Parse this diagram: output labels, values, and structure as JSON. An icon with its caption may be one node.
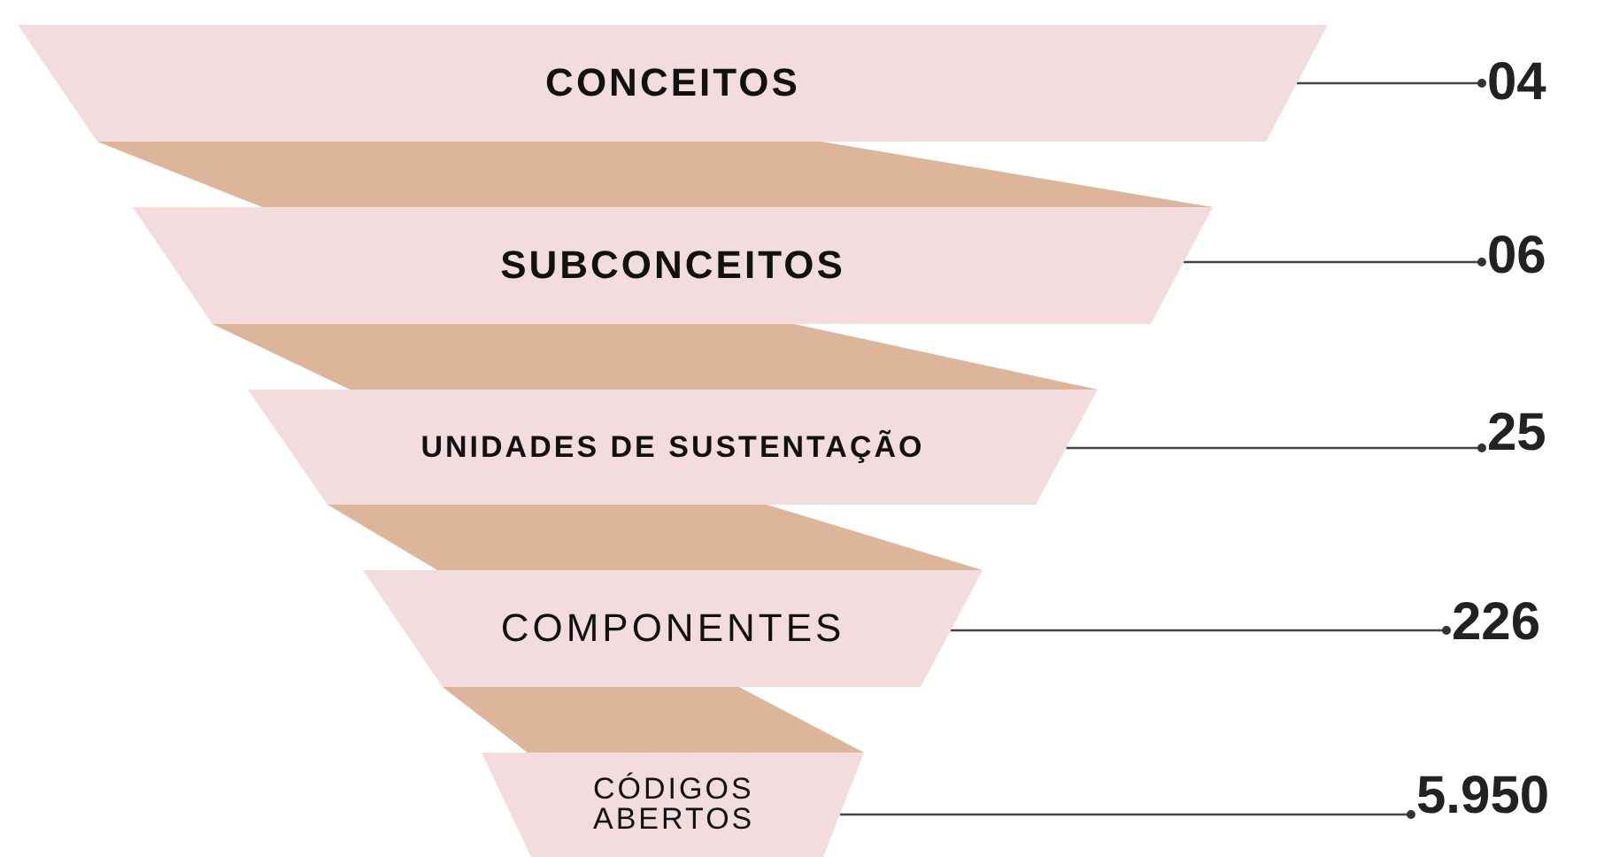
{
  "diagram": {
    "nodes": [
      {
        "text": [
          "CONCEITOS"
        ]
      },
      {
        "text": [
          "SUBCONCEITOS"
        ]
      },
      {
        "text": [
          "UNIDADES DE SUSTENTAÇÃO"
        ]
      },
      {
        "text": [
          "COMPONENTES"
        ]
      },
      {
        "text": [
          "CÓDIGOS ABERTOS"
        ]
      },
      {
        "text": [
          "04"
        ]
      },
      {
        "text": [
          "06"
        ]
      },
      {
        "text": [
          "25"
        ]
      },
      {
        "text": [
          "226"
        ]
      },
      {
        "text": [
          "5.950"
        ]
      }
    ],
    "edges": [
      {
        "from": 0,
        "to": 5,
        "arrow": "other"
      },
      {
        "from": 1,
        "to": 6,
        "arrow": "other"
      },
      {
        "from": 2,
        "to": 7,
        "arrow": "other"
      },
      {
        "from": 3,
        "to": 8,
        "arrow": "other"
      },
      {
        "from": 4,
        "to": 9,
        "arrow": "other"
      }
    ]
  }
}
